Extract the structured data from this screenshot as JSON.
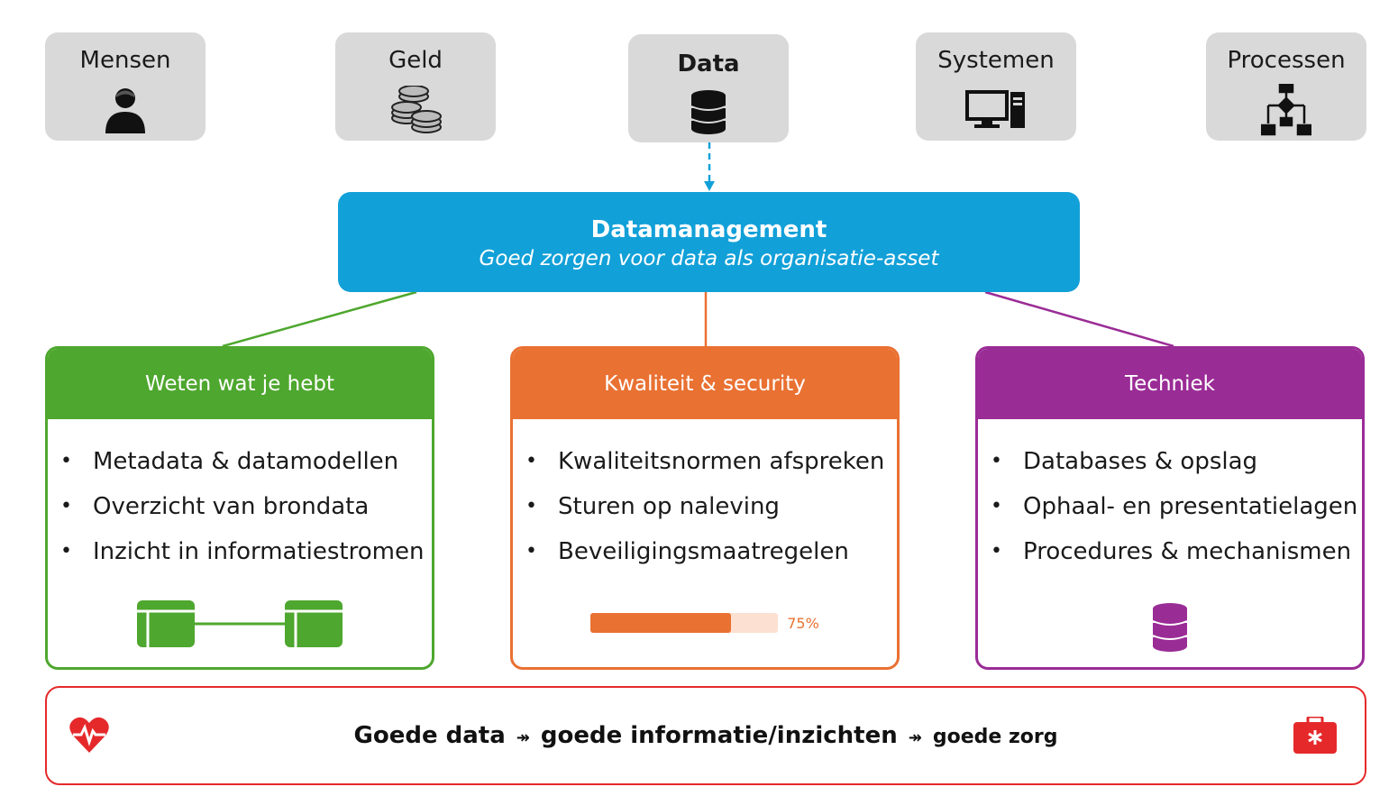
{
  "assets": [
    {
      "label": "Mensen",
      "icon": "person-icon"
    },
    {
      "label": "Geld",
      "icon": "coins-icon"
    },
    {
      "label": "Data",
      "icon": "database-icon"
    },
    {
      "label": "Systemen",
      "icon": "computer-icon"
    },
    {
      "label": "Processen",
      "icon": "flowchart-icon"
    }
  ],
  "datamanagement": {
    "title": "Datamanagement",
    "subtitle": "Goed zorgen voor data als organisatie-asset",
    "color": "#12a0d8"
  },
  "pillars": [
    {
      "title": "Weten wat je hebt",
      "color": "#4ea72e",
      "items": [
        "Metadata & datamodellen",
        "Overzicht van brondata",
        "Inzicht in informatiestromen"
      ],
      "icon": "linked-tables-icon"
    },
    {
      "title": "Kwaliteit & security",
      "color": "#e97132",
      "items": [
        "Kwaliteitsnormen afspreken",
        "Sturen op naleving",
        "Beveiligingsmaatregelen"
      ],
      "progress_label": "75%",
      "progress_value": 0.75
    },
    {
      "title": "Techniek",
      "color": "#9a2c96",
      "items": [
        "Databases & opslag",
        "Ophaal- en presentatielagen",
        "Procedures & mechanismen"
      ],
      "icon": "database-icon"
    }
  ],
  "footer": {
    "part1": "Goede data",
    "part2": "goede informatie/inzichten",
    "part3": "goede zorg",
    "arrow": "↠",
    "left_icon": "heartbeat-icon",
    "right_icon": "medical-kit-icon",
    "color": "#e5292b"
  }
}
